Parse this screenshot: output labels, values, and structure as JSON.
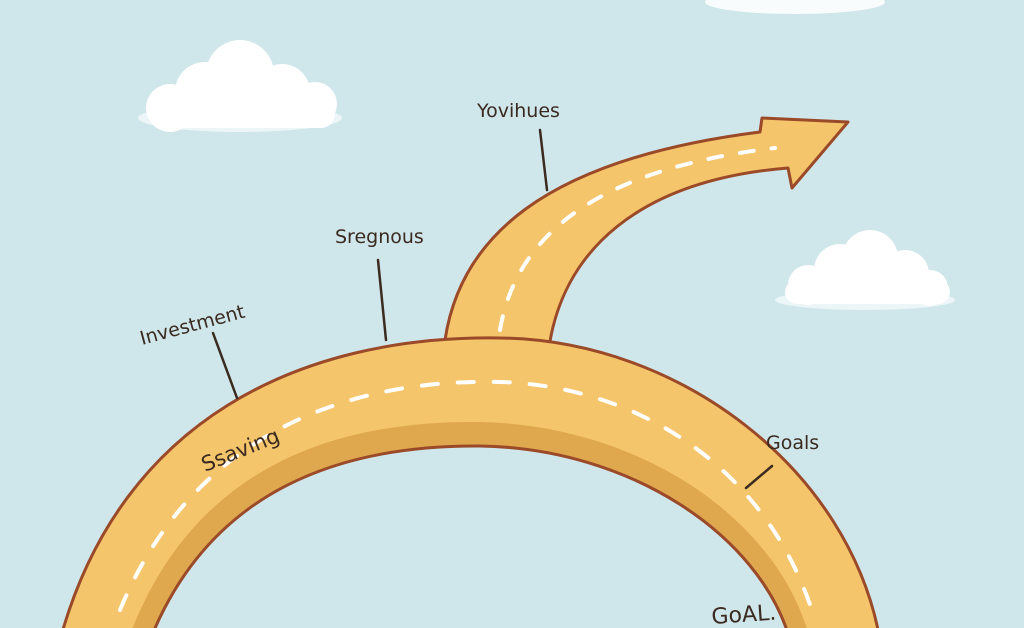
{
  "labels": {
    "investment": "Investment",
    "savings_bridge": "Ssaving",
    "strategies": "Sregnous",
    "ventures": "Yovihues",
    "goals": "Goals",
    "goal_bottom": "GoAL."
  },
  "colors": {
    "sky": "#cfe6ea",
    "road_fill": "#f5c56b",
    "road_shadow": "#e0a84e",
    "road_outline": "#9a4a28",
    "dash": "#ffffff",
    "cloud": "#ffffff",
    "ink": "#3a2a20"
  },
  "icons": [
    "cloud-icon",
    "arrow-icon"
  ]
}
